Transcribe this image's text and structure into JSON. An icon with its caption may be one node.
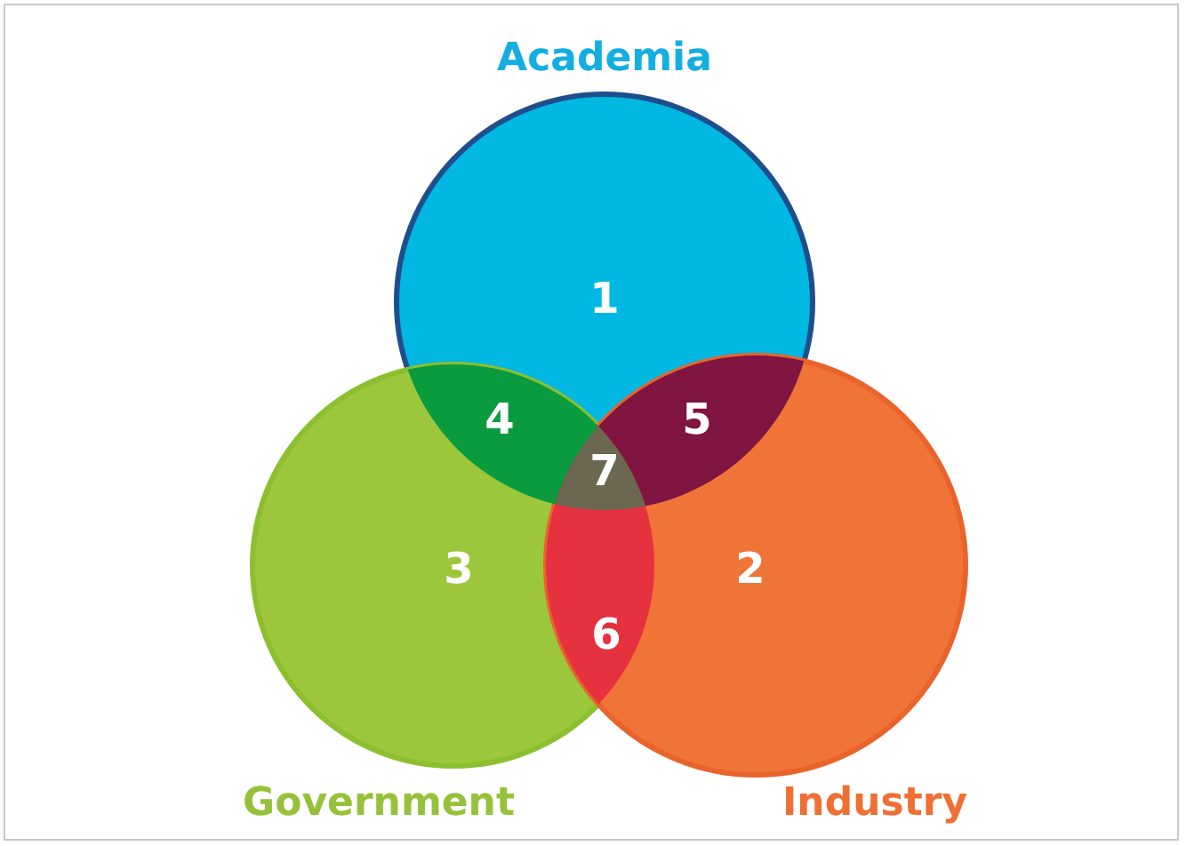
{
  "diagram": {
    "nodes": [
      {
        "text": [
          "Academia",
          "1"
        ]
      },
      {
        "text": [
          "3",
          "Government"
        ]
      },
      {
        "text": [
          "2",
          "Industry"
        ]
      }
    ],
    "labels": [
      "4",
      "5",
      "7",
      "6"
    ]
  }
}
